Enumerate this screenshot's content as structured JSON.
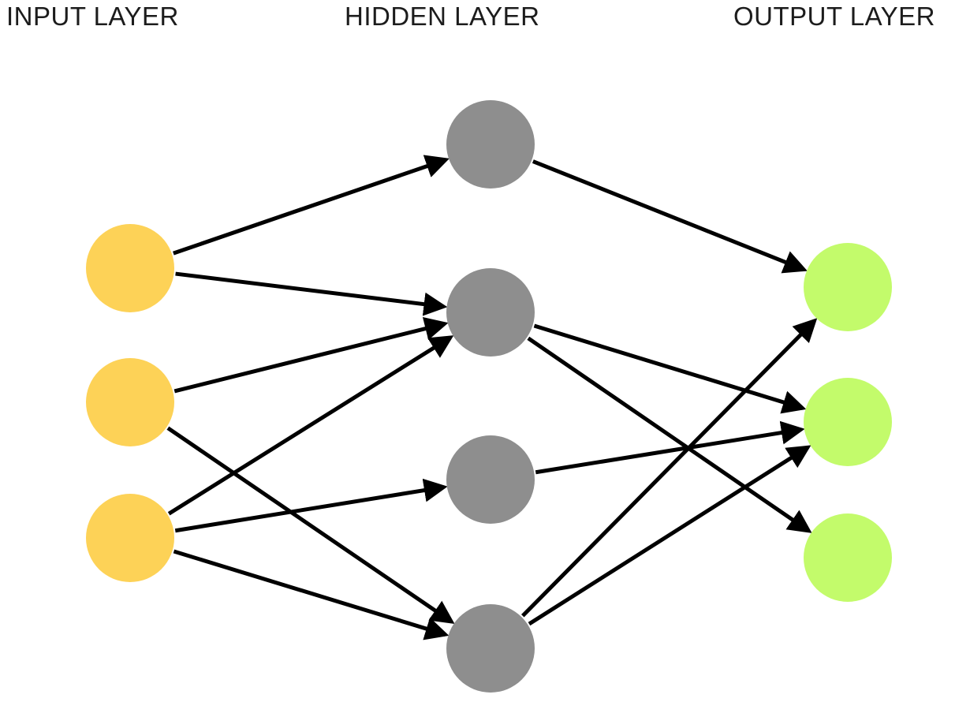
{
  "labels": {
    "input": "INPUT LAYER",
    "hidden": "HIDDEN LAYER",
    "output": "OUTPUT LAYER"
  },
  "colors": {
    "input": "#FDD257",
    "hidden": "#8E8E8E",
    "output": "#C3FB6B",
    "edge": "#000000"
  },
  "layers": {
    "input": [
      "i1",
      "i2",
      "i3"
    ],
    "hidden": [
      "h1",
      "h2",
      "h3",
      "h4"
    ],
    "output": [
      "o1",
      "o2",
      "o3"
    ]
  },
  "edges": [
    [
      "i1",
      "h1"
    ],
    [
      "i1",
      "h2"
    ],
    [
      "i2",
      "h2"
    ],
    [
      "i2",
      "h4"
    ],
    [
      "i3",
      "h2"
    ],
    [
      "i3",
      "h3"
    ],
    [
      "i3",
      "h4"
    ],
    [
      "h1",
      "o1"
    ],
    [
      "h2",
      "o2"
    ],
    [
      "h2",
      "o3"
    ],
    [
      "h3",
      "o2"
    ],
    [
      "h4",
      "o1"
    ],
    [
      "h4",
      "o2"
    ]
  ]
}
